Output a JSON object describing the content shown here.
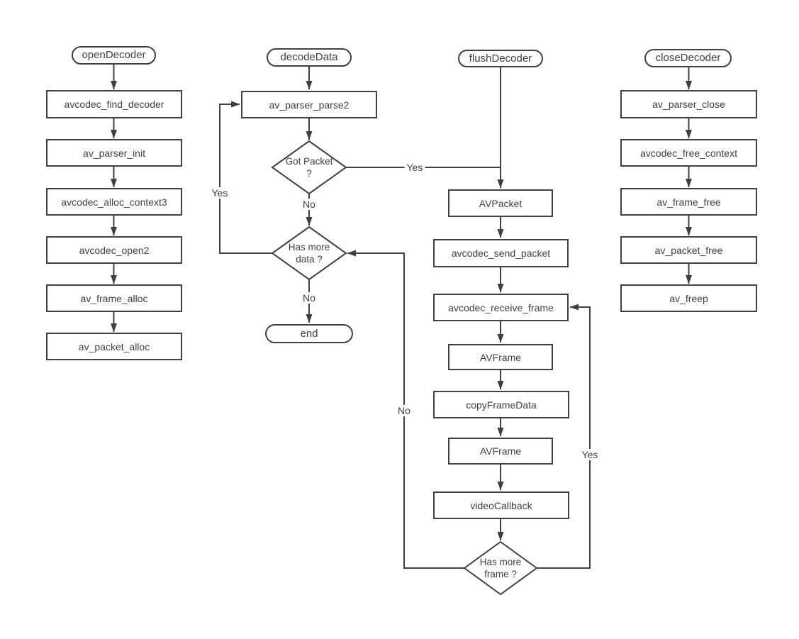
{
  "diagram": {
    "background_color": "#ffffff",
    "stroke_color": "#404040",
    "text_color": "#3f3f3f"
  },
  "flows": {
    "open": {
      "title": "openDecoder",
      "steps": [
        "avcodec_find_decoder",
        "av_parser_init",
        "avcodec_alloc_context3",
        "avcodec_open2",
        "av_frame_alloc",
        "av_packet_alloc"
      ]
    },
    "decode": {
      "title": "decodeData",
      "parse": "av_parser_parse2",
      "got_packet": "Got Packet ?",
      "has_more_data": "Has more data ?",
      "end_label": "end"
    },
    "flush": {
      "title": "flushDecoder",
      "steps": [
        "AVPacket",
        "avcodec_send_packet",
        "avcodec_receive_frame",
        "AVFrame",
        "copyFrameData",
        "AVFrame",
        "videoCallback"
      ],
      "has_more_frame": "Has more frame ?"
    },
    "close": {
      "title": "closeDecoder",
      "steps": [
        "av_parser_close",
        "avcodec_free_context",
        "av_frame_free",
        "av_packet_free",
        "av_freep"
      ]
    }
  },
  "edge_labels": {
    "got_packet_yes": "Yes",
    "got_packet_no": "No",
    "has_more_data_yes": "Yes",
    "has_more_data_no": "No",
    "has_more_frame_yes": "Yes",
    "has_more_frame_no": "No"
  }
}
